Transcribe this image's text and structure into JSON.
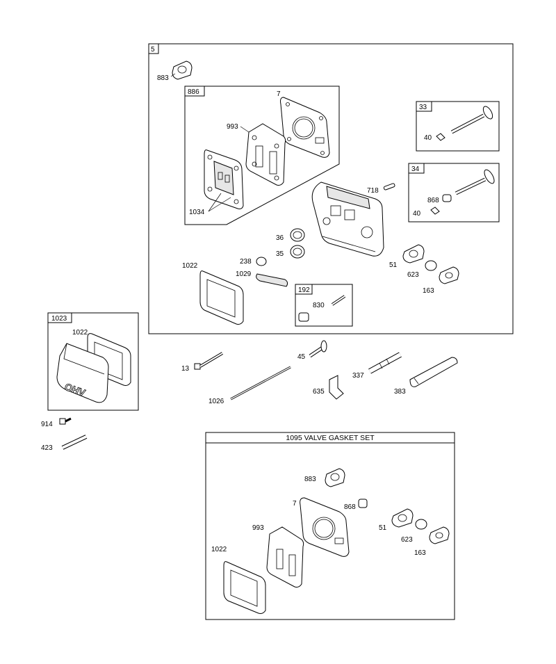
{
  "boxes": {
    "main": "5",
    "gasket_sub": "886",
    "valve_33": "33",
    "valve_34": "34",
    "sub_192": "192",
    "cover": "1023",
    "gasket_set_title": "1095 VALVE GASKET SET"
  },
  "labels": {
    "l883": "883",
    "l886": "886",
    "l7": "7",
    "l993": "993",
    "l1034": "1034",
    "l33": "33",
    "l40a": "40",
    "l34": "34",
    "l868": "868",
    "l40b": "40",
    "l718": "718",
    "l36": "36",
    "l35": "35",
    "l238": "238",
    "l1022": "1022",
    "l1029": "1029",
    "l51": "51",
    "l623": "623",
    "l163": "163",
    "l192": "192",
    "l830": "830",
    "l1023": "1023",
    "l1022c": "1022",
    "l914": "914",
    "l423": "423",
    "l13": "13",
    "l1026": "1026",
    "l45": "45",
    "l635": "635",
    "l337": "337",
    "l383": "383",
    "s883": "883",
    "s7": "7",
    "s868": "868",
    "s993": "993",
    "s51": "51",
    "s623": "623",
    "s1022": "1022",
    "s163": "163"
  },
  "cover_emblem": "OHV"
}
